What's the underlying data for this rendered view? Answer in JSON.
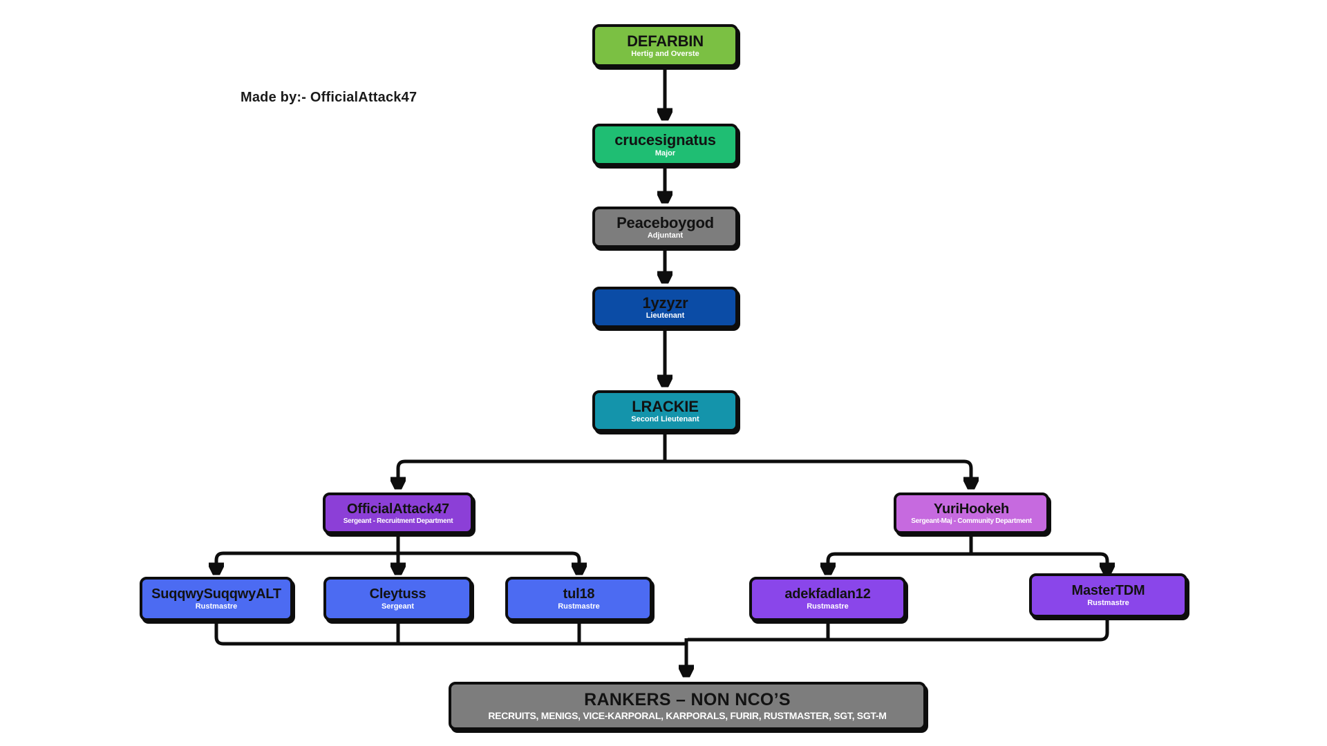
{
  "note": "Made by:- OfficialAttack47",
  "diagram": {
    "type": "org-chart",
    "line_color": "#0d0d0d",
    "nodes": [
      {
        "id": "defarbin",
        "name": "DEFARBIN",
        "role": "Hertig and Overste",
        "color": "#7BC043"
      },
      {
        "id": "crucesignatus",
        "name": "crucesignatus",
        "role": "Major",
        "color": "#1FBE73"
      },
      {
        "id": "peaceboygod",
        "name": "Peaceboygod",
        "role": "Adjuntant",
        "color": "#7D7D7D"
      },
      {
        "id": "1yzyzr",
        "name": "1yzyzr",
        "role": "Lieutenant",
        "color": "#0B4CA6"
      },
      {
        "id": "lrackie",
        "name": "LRACKIE",
        "role": "Second Lieutenant",
        "color": "#1494AB"
      },
      {
        "id": "officialattack47",
        "name": "OfficialAttack47",
        "role": "Sergeant - Recruitment Department",
        "color": "#8C3FD7"
      },
      {
        "id": "yurihookeh",
        "name": "YuriHookeh",
        "role": "Sergeant-Maj - Community Department",
        "color": "#C66ADF"
      },
      {
        "id": "suqqwysuqqwyalt",
        "name": "SuqqwySuqqwyALT",
        "role": "Rustmastre",
        "color": "#4C6BF2"
      },
      {
        "id": "cleytuss",
        "name": "Cleytuss",
        "role": "Sergeant",
        "color": "#4C6BF2"
      },
      {
        "id": "tul18",
        "name": "tul18",
        "role": "Rustmastre",
        "color": "#4C6BF2"
      },
      {
        "id": "adekfadlan12",
        "name": "adekfadlan12",
        "role": "Rustmastre",
        "color": "#8A46EA"
      },
      {
        "id": "mastertdm",
        "name": "MasterTDM",
        "role": "Rustmastre",
        "color": "#8A46EA"
      },
      {
        "id": "rankers",
        "name": "RANKERS – NON NCO’S",
        "role": "RECRUITS, MENIGS, VICE-KARPORAL, KARPORALS, FURIR, RUSTMASTER, SGT, SGT-M",
        "color": "#7D7D7D"
      }
    ],
    "edges": [
      {
        "from": "defarbin",
        "to": "crucesignatus"
      },
      {
        "from": "crucesignatus",
        "to": "peaceboygod"
      },
      {
        "from": "peaceboygod",
        "to": "1yzyzr"
      },
      {
        "from": "1yzyzr",
        "to": "lrackie"
      },
      {
        "from": "lrackie",
        "to": "officialattack47"
      },
      {
        "from": "lrackie",
        "to": "yurihookeh"
      },
      {
        "from": "officialattack47",
        "to": "suqqwysuqqwyalt"
      },
      {
        "from": "officialattack47",
        "to": "cleytuss"
      },
      {
        "from": "officialattack47",
        "to": "tul18"
      },
      {
        "from": "yurihookeh",
        "to": "adekfadlan12"
      },
      {
        "from": "yurihookeh",
        "to": "mastertdm"
      },
      {
        "from": "suqqwysuqqwyalt",
        "to": "rankers"
      },
      {
        "from": "cleytuss",
        "to": "rankers"
      },
      {
        "from": "tul18",
        "to": "rankers"
      },
      {
        "from": "adekfadlan12",
        "to": "rankers"
      },
      {
        "from": "mastertdm",
        "to": "rankers"
      }
    ]
  }
}
